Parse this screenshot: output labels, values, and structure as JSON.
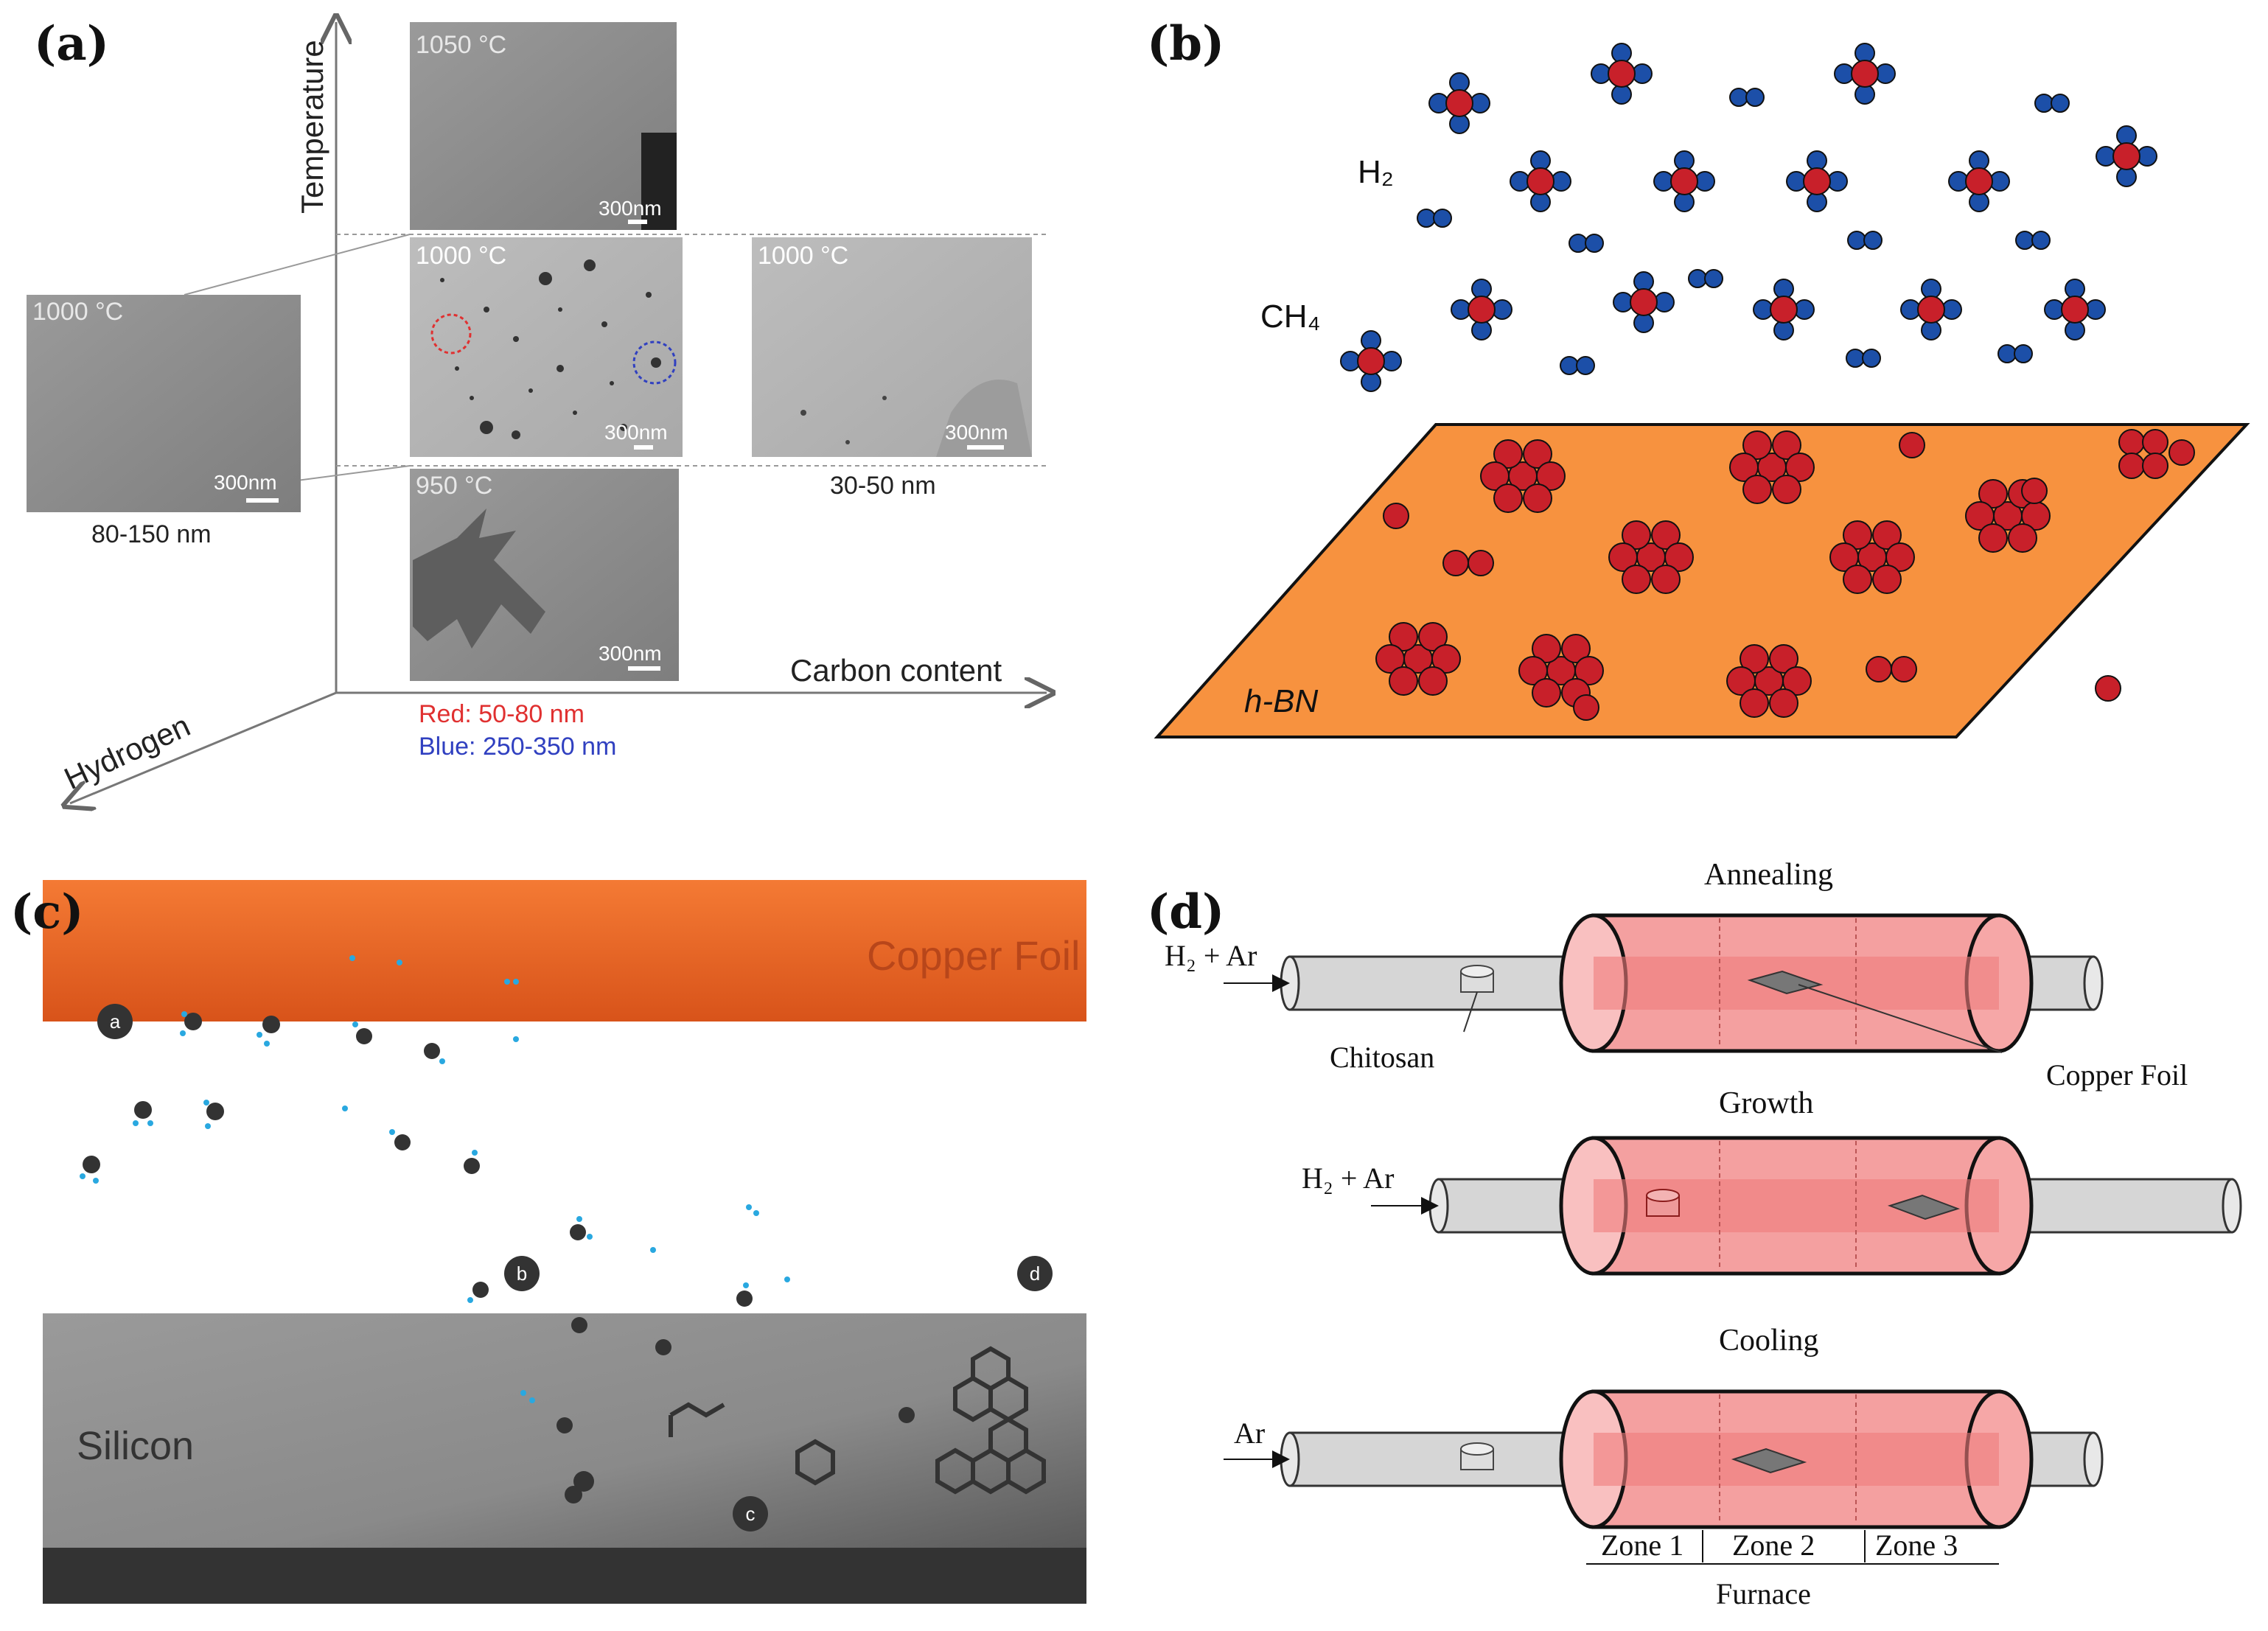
{
  "panel_a": {
    "label": "(a)",
    "axis_temperature": "Temperature",
    "axis_carbon": "Carbon content",
    "axis_hydrogen": "Hydrogen",
    "img_top_temp": "1050 °C",
    "img_mid_temp": "1000 °C",
    "img_bottom_temp": "950 °C",
    "img_left_temp": "1000 °C",
    "img_right_temp": "1000 °C",
    "scale": "300nm",
    "left_size": "80-150 nm",
    "right_size": "30-50 nm",
    "red_size": "Red: 50-80 nm",
    "blue_size": "Blue: 250-350 nm",
    "red_color": "#e03030",
    "blue_color": "#3040c0"
  },
  "panel_b": {
    "label": "(b)",
    "h2_label": "H₂",
    "ch4_label": "CH₄",
    "substrate_label": "h-BN",
    "substrate_color": "#f7923f",
    "carbon_color": "#c8202a",
    "hydrogen_color": "#1c4fa8"
  },
  "panel_c": {
    "label": "(c)",
    "copper_label": "Copper Foil",
    "silicon_label": "Silicon",
    "step_a": "a",
    "step_b": "b",
    "step_c": "c",
    "step_d": "d",
    "copper_color": "#ee6a28",
    "silicon_color": "#8a8a8a"
  },
  "panel_d": {
    "label": "(d)",
    "stage_annealing": "Annealing",
    "stage_growth": "Growth",
    "stage_cooling": "Cooling",
    "gas_annealing": "H₂ + Ar",
    "gas_growth": "H₂ + Ar",
    "gas_cooling": "Ar",
    "chitosan": "Chitosan",
    "copper_foil": "Copper Foil",
    "zone1": "Zone 1",
    "zone2": "Zone 2",
    "zone3": "Zone 3",
    "furnace": "Furnace",
    "furnace_color": "#f4a0a0"
  }
}
